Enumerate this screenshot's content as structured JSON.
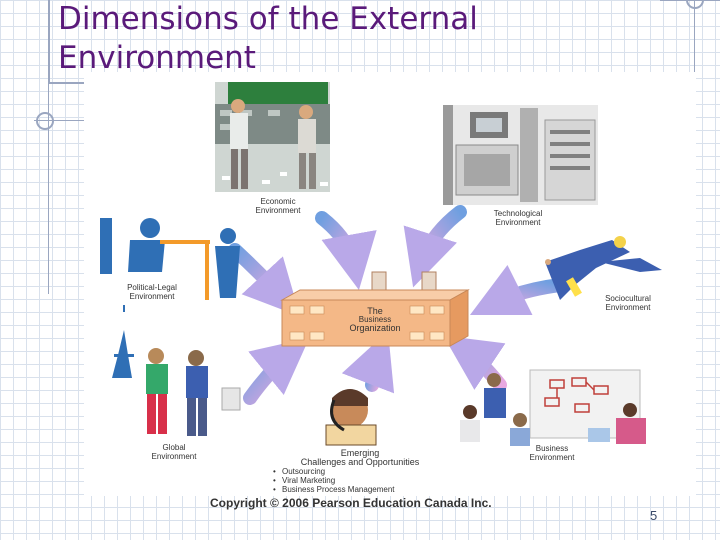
{
  "slide": {
    "title": "Dimensions of the External Environment",
    "copyright": "Copyright © 2006 Pearson Education Canada Inc.",
    "page_number": "5"
  },
  "diagram": {
    "center": [
      "The",
      "Business",
      "Organization"
    ],
    "economic": [
      "Economic",
      "Environment"
    ],
    "technological": [
      "Technological",
      "Environment"
    ],
    "sociocultural": [
      "Sociocultural",
      "Environment"
    ],
    "business": [
      "Business",
      "Environment"
    ],
    "global": [
      "Global",
      "Environment"
    ],
    "political": [
      "Political-Legal",
      "Environment"
    ],
    "emerging": {
      "heading": [
        "Emerging",
        "Challenges and Opportunities"
      ],
      "bullets": [
        "Outsourcing",
        "Viral Marketing",
        "Business Process Management"
      ]
    }
  },
  "colors": {
    "title": "#5a1a7a",
    "arrow_blue": "#6f9fe0",
    "arrow_pink": "#e8a8e0",
    "building": "#f4b887"
  }
}
